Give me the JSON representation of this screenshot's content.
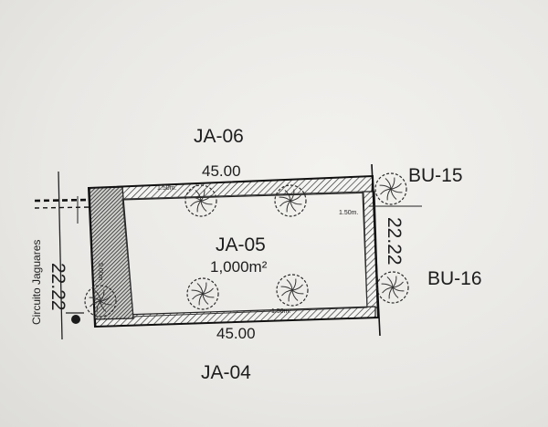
{
  "lot": {
    "id": "JA-05",
    "area": "1,000m²"
  },
  "neighbors": {
    "north": "JA-06",
    "south": "JA-04",
    "east_top": "BU-15",
    "east_bottom": "BU-16"
  },
  "dimensions": {
    "top": "45.00",
    "bottom": "45.00",
    "left": "22.22",
    "right": "22.22"
  },
  "setbacks": {
    "top": "1.50m.",
    "right": "1.50m.",
    "bottom": "1.50m.",
    "left": "5.00m."
  },
  "street": {
    "name": "Circuito Jaguares"
  }
}
